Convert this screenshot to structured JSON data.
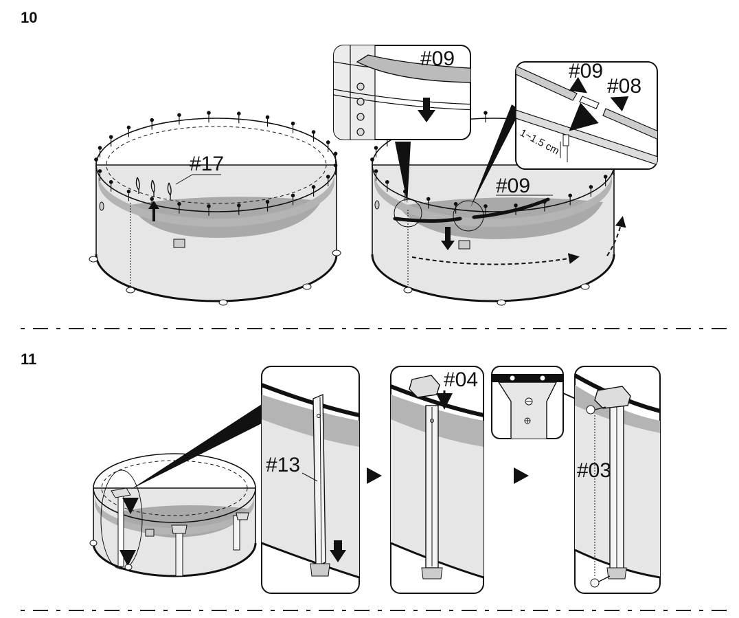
{
  "steps": [
    {
      "number": "10"
    },
    {
      "number": "11"
    }
  ],
  "step10": {
    "label_pins": "#17",
    "label_rail_zoom": "#09",
    "label_rail_a": "#09",
    "label_connector": "#08",
    "label_rail_main": "#09",
    "gap_measure": "1~1.5 cm"
  },
  "step11": {
    "label_upright": "#13",
    "label_cap": "#04",
    "label_screw": "#03"
  },
  "colors": {
    "ink": "#111111",
    "wall": "#e6e6e6",
    "band": "#b4b4b4",
    "floor": "#a9a9a9",
    "rim": "#d0d0d0",
    "frame": "#f4f4f4"
  }
}
